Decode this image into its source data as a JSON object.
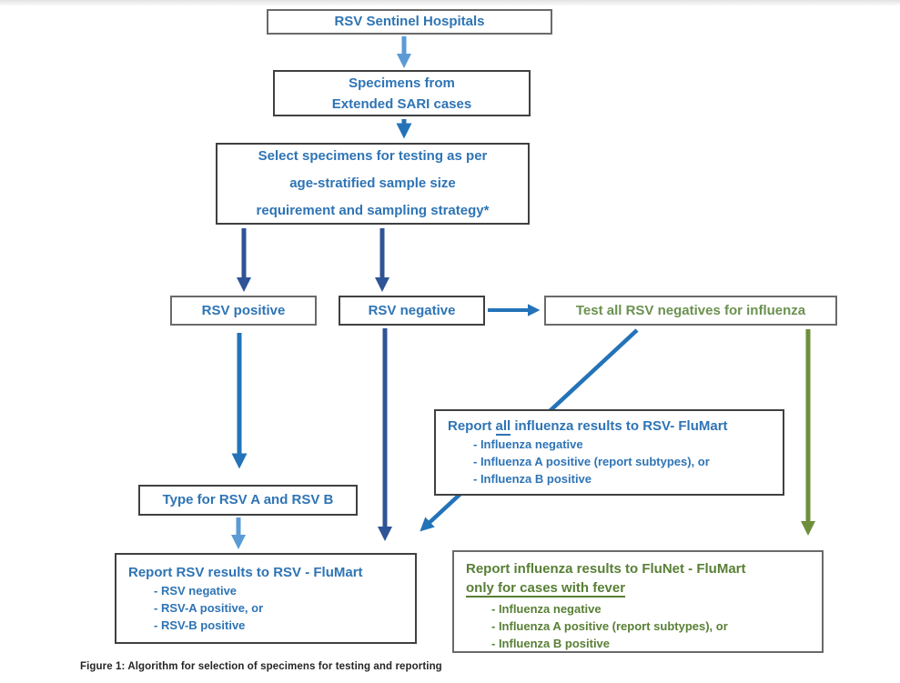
{
  "figure": {
    "caption": "Figure 1: Algorithm for selection of specimens for testing and reporting"
  },
  "nodes": {
    "sentinel": {
      "label": "RSV Sentinel Hospitals"
    },
    "specimens": {
      "line1": "Specimens from",
      "line2": "Extended SARI cases"
    },
    "select": {
      "line1": "Select specimens for testing as per",
      "line2": "age-stratified sample size",
      "line3": "requirement and sampling strategy*"
    },
    "rsv_positive": {
      "label": "RSV positive"
    },
    "rsv_negative": {
      "label": "RSV negative"
    },
    "test_negatives": {
      "label": "Test all RSV negatives for influenza"
    },
    "report_influenza_flumart": {
      "title_prefix": "Report ",
      "title_underlined": "all",
      "title_suffix": " influenza results to RSV- FluMart",
      "items": [
        "- Influenza negative",
        "- Influenza A positive (report subtypes), or",
        "- Influenza B positive"
      ]
    },
    "type_rsv": {
      "label": "Type for RSV A and RSV B"
    },
    "report_rsv_flumart": {
      "title": "Report RSV results to RSV - FluMart",
      "items": [
        "- RSV negative",
        "- RSV-A positive, or",
        "- RSV-B positive"
      ]
    },
    "report_flunet": {
      "title_line1": "Report influenza results to FluNet - FluMart",
      "title_line2_underlined": "only for cases with fever",
      "items": [
        "- Influenza negative",
        "- Influenza A positive (report subtypes), or",
        "- Influenza B positive"
      ]
    }
  },
  "colors": {
    "blue_text": "#2e74b5",
    "green_text_light": "#6b9150",
    "green_text_dark": "#587f35",
    "arrow_light_blue": "#5b9bd5",
    "arrow_medium_blue": "#2473b8",
    "arrow_navy": "#2f5496",
    "arrow_green": "#6d8f3c",
    "border_dark": "#404040",
    "border_gray": "#6a6a6a"
  }
}
